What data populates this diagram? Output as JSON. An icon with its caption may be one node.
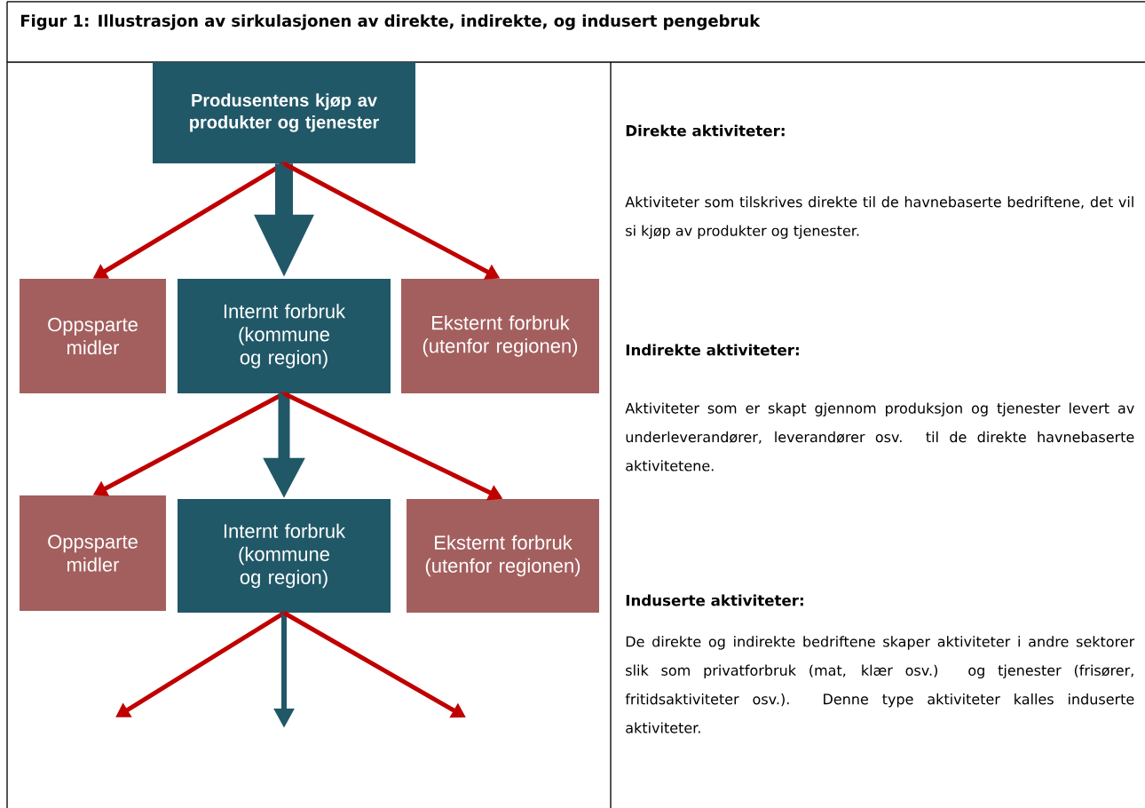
{
  "diagram": {
    "title": "Figur 1: Illustrasjon av sirkulasjonen av direkte, indirekte, og indusert pengebruk",
    "nodes": [
      {
        "text": [
          "Produsentens kjøp av produkter og tjenester"
        ]
      },
      {
        "text": [
          "Oppsparte midler"
        ]
      },
      {
        "text": [
          "Internt forbruk (kommune og region)"
        ]
      },
      {
        "text": [
          "Eksternt forbruk (utenfor regionen)"
        ]
      },
      {
        "text": [
          "Oppsparte midler"
        ]
      },
      {
        "text": [
          "Internt forbruk (kommune og region)"
        ]
      },
      {
        "text": [
          "Eksternt forbruk (utenfor regionen)"
        ]
      }
    ],
    "edges": [
      {
        "from": 0,
        "to": 1,
        "arrow": "to"
      },
      {
        "from": 0,
        "to": 2,
        "arrow": "to",
        "style": "thick",
        "color": "#215868"
      },
      {
        "from": 0,
        "to": 3,
        "arrow": "to"
      },
      {
        "from": 2,
        "to": 4,
        "arrow": "to"
      },
      {
        "from": 2,
        "to": 5,
        "arrow": "to",
        "style": "thick",
        "color": "#215868"
      },
      {
        "from": 2,
        "to": 6,
        "arrow": "to"
      },
      {
        "from": 5,
        "to": null,
        "arrow": "to"
      },
      {
        "from": 5,
        "to": null,
        "arrow": "to",
        "color": "#215868"
      },
      {
        "from": 5,
        "to": null,
        "arrow": "to"
      }
    ],
    "labels": [
      "Direkte aktiviteter:",
      "Aktiviteter som tilskrives direkte til de havnebaserte bedriftene, det vil si kjøp av produkter og tjenester.",
      "Indirekte aktiviteter:",
      "Aktiviteter som er skapt gjennom produksjon og tjenester levert av underleverandører, leverandører osv. til de direkte havnebaserte aktivitetene.",
      "Induserte aktiviteter:",
      "De direkte og indirekte bedriftene skaper aktiviteter i andre sektorer slik som privatforbruk (mat, klær osv.) og tjenester (frisører, fritidsaktiviteter osv.). Denne type aktiviteter kalles induserte aktiviteter."
    ]
  }
}
